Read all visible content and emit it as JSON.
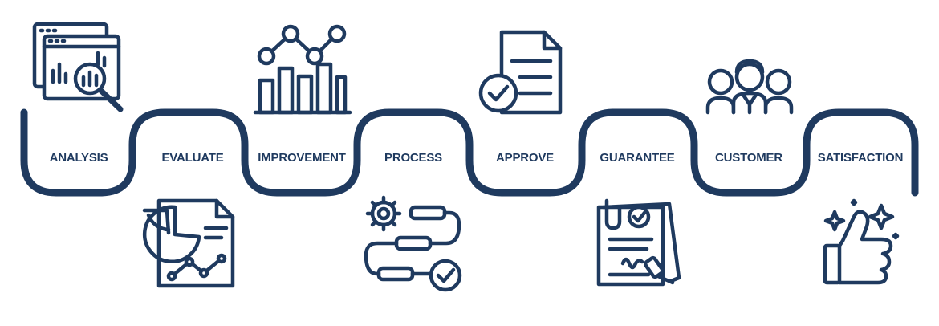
{
  "colors": {
    "navy": "#1f3a5f",
    "background": "#ffffff"
  },
  "steps": [
    {
      "label": "ANALYSIS",
      "icon": "magnifier-report-icon"
    },
    {
      "label": "EVALUATE",
      "icon": "pie-chart-document-icon"
    },
    {
      "label": "IMPROVEMENT",
      "icon": "bar-line-chart-icon"
    },
    {
      "label": "PROCESS",
      "icon": "gear-workflow-icon"
    },
    {
      "label": "APPROVE",
      "icon": "document-check-icon"
    },
    {
      "label": "GUARANTEE",
      "icon": "certificate-stamp-icon"
    },
    {
      "label": "CUSTOMER",
      "icon": "customers-group-icon"
    },
    {
      "label": "SATISFACTION",
      "icon": "thumbs-up-sparkle-icon"
    }
  ]
}
